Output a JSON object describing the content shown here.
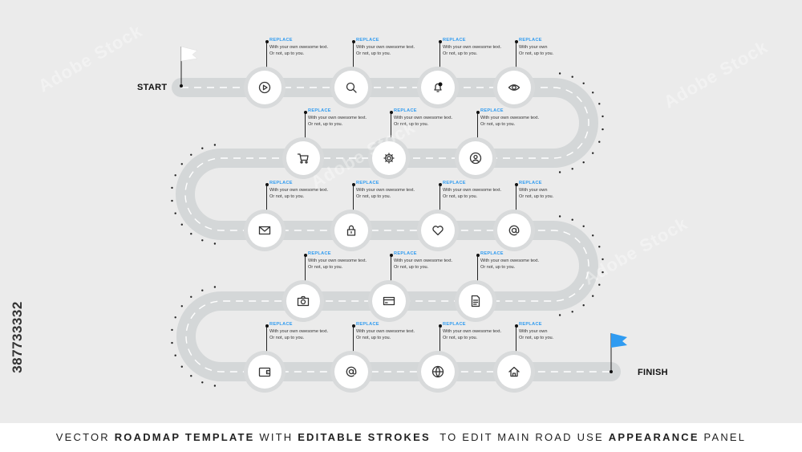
{
  "start_label": "START",
  "finish_label": "FINISH",
  "colors": {
    "road": "#d4d7d8",
    "accent": "#2f9bf1",
    "start_flag": "#ffffff",
    "finish_flag": "#2f9bf1"
  },
  "sidebar_id": "387733332",
  "watermark": "Adobe Stock",
  "caption": {
    "p1": "VECTOR ",
    "b1": "ROADMAP TEMPLATE",
    "p2": " WITH ",
    "b2": "EDITABLE STROKES",
    "p3": "  TO EDIT MAIN ROAD USE ",
    "b3": "APPEARANCE",
    "p4": " PANEL"
  },
  "stops": [
    {
      "icon": "play-icon",
      "title": "REPLACE",
      "line1": "With your own owesome text.",
      "line2": "Or not, up to you."
    },
    {
      "icon": "search-icon",
      "title": "REPLACE",
      "line1": "With your own owesome text.",
      "line2": "Or not, up to you."
    },
    {
      "icon": "bell-icon",
      "title": "REPLACE",
      "line1": "With your own owesome text.",
      "line2": "Or not, up to you."
    },
    {
      "icon": "eye-icon",
      "title": "REPLACE",
      "line1": "With your own",
      "line2": "Or not, up to you."
    },
    {
      "icon": "cart-icon",
      "title": "REPLACE",
      "line1": "With your own owesome text.",
      "line2": "Or not, up to you."
    },
    {
      "icon": "gear-icon",
      "title": "REPLACE",
      "line1": "With your own owesome text.",
      "line2": "Or not, up to you."
    },
    {
      "icon": "user-icon",
      "title": "REPLACE",
      "line1": "With your own owesome text.",
      "line2": "Or not, up to you."
    },
    {
      "icon": "mail-icon",
      "title": "REPLACE",
      "line1": "With your own owesome text.",
      "line2": "Or not, up to you."
    },
    {
      "icon": "lock-icon",
      "title": "REPLACE",
      "line1": "With your own owesome text.",
      "line2": "Or not, up to you."
    },
    {
      "icon": "heart-icon",
      "title": "REPLACE",
      "line1": "With your own owesome text.",
      "line2": "Or not, up to you."
    },
    {
      "icon": "at-icon",
      "title": "REPLACE",
      "line1": "With your own",
      "line2": "Or not, up to you."
    },
    {
      "icon": "camera-icon",
      "title": "REPLACE",
      "line1": "With your own owesome text.",
      "line2": "Or not, up to you."
    },
    {
      "icon": "card-icon",
      "title": "REPLACE",
      "line1": "With your own owesome text.",
      "line2": "Or not, up to you."
    },
    {
      "icon": "document-icon",
      "title": "REPLACE",
      "line1": "With your own owesome text.",
      "line2": "Or not, up to you."
    },
    {
      "icon": "wallet-icon",
      "title": "REPLACE",
      "line1": "With your own owesome text.",
      "line2": "Or not, up to you."
    },
    {
      "icon": "at-icon",
      "title": "REPLACE",
      "line1": "With your own owesome text.",
      "line2": "Or not, up to you."
    },
    {
      "icon": "globe-icon",
      "title": "REPLACE",
      "line1": "With your own owesome text.",
      "line2": "Or not, up to you."
    },
    {
      "icon": "home-icon",
      "title": "REPLACE",
      "line1": "With your own",
      "line2": "Or not, up to you."
    }
  ]
}
